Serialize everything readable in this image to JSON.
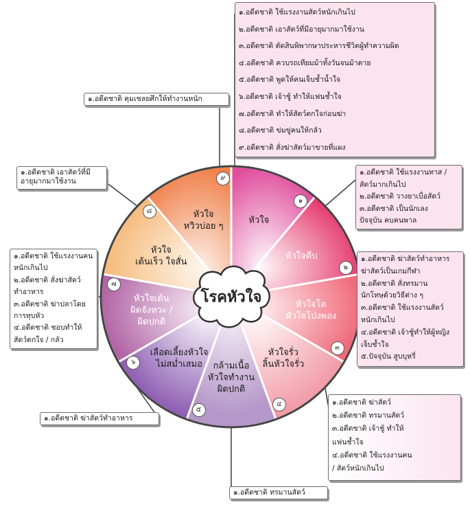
{
  "center_title": "โรคหัวใจ",
  "segments": [
    {
      "number": "๑",
      "label": [
        "หัวใจ"
      ]
    },
    {
      "number": "๒",
      "label": [
        "หัวใจตีบ"
      ]
    },
    {
      "number": "๓",
      "label": [
        "หัวใจโต",
        "หัวใจโป่งพอง"
      ]
    },
    {
      "number": "๔",
      "label": [
        "หัวใจรั่ว",
        "ลิ้นหัวใจรั่ว"
      ]
    },
    {
      "number": "๕",
      "label": [
        "กล้ามเนื้อ",
        "หัวใจทำงาน",
        "ผิดปกติ"
      ]
    },
    {
      "number": "๖",
      "label": [
        "เลือดเลี้ยงหัวใจ",
        "ไม่สม่ำเสมอ"
      ]
    },
    {
      "number": "๗",
      "label": [
        "หัวใจเต้น",
        "ผิดจังหวะ /",
        "ผิดปกติ"
      ]
    },
    {
      "number": "๘",
      "label": [
        "หัวใจ",
        "เต้นเร็ว ใจสั่น"
      ]
    },
    {
      "number": "๙",
      "label": [
        "หัวใจ",
        "หวิวบ่อย ๆ"
      ]
    }
  ],
  "box_top": [
    "๑.อดีตชาติ ใช้แรงงานสัตว์หนักเกินไป",
    "๒.อดีตชาติ เอาสัตว์ที่มีอายุมากมาใช้งาน",
    "๓.อดีตชาติ ตัดสินพิพากษาประหารชีวิตผู้ทำความผิด",
    "๔.อดีตชาติ ควบรถเทียมม้าทั้งวันจนม้าตาย",
    "๕.อดีตชาติ พูดให้คนเจ็บช้ำน้ำใจ",
    "๖.อดีตชาติ เจ้าชู้ ทำให้แฟนช้ำใจ",
    "๗.อดีตชาติ ทำให้สัตว์ตกใจก่อนฆ่า",
    "๘.อดีตชาติ ข่มขู่คนให้กลัว",
    "๙.อดีตชาติ สั่งฆ่าสัตว์มาขายที่แผง"
  ],
  "box_top_left": [
    "๑.อดีตชาติ คุมเชลยศึกให้ทำงานหนัก"
  ],
  "box_left_upper": [
    "๑.อดีตชาติ เอาสัตว์ที่มี",
    "อายุมากมาใช้งาน"
  ],
  "box_left_middle": [
    "๑.อดีตชาติ ใช้แรงงานคน",
    "หนักเกินไป",
    "๒.อดีตชาติ สั่งฆ่าสัตว์",
    "ทำอาหาร",
    "๓.อดีตชาติ ฆ่าปลาโดย",
    "การทุบหัว",
    "๔.อดีตชาติ ชอบทำให้",
    "สัตว์ตกใจ / กลัว"
  ],
  "box_left_lower": [
    "๑.อดีตชาติ ฆ่าสัตว์ทำอาหาร"
  ],
  "box_right_upper": [
    "๑.อดีตชาติ ใช้แรงงานทาส /",
    "สัตว์มากเกินไป",
    "๒.อดีตชาติ วางยาเบื่อสัตว์",
    "๓.อดีตชาติ เป็นนักเลง",
    "ปัจจุบัน คบคนพาล"
  ],
  "box_right_middle": [
    "๑.อดีตชาติ ฆ่าสัตว์ทำอาหาร",
    "ฆ่าสัตว์เป็นเกมกีฬา",
    "๒.อดีตชาติ สั่งทรมาน",
    "นักโทษด้วยวิธีต่าง ๆ",
    "๓.อดีตชาติ ใช้แรงงานสัตว์",
    "หนักเกินไป",
    "๔.อดีตชาติ เจ้าชู้ทำให้ผู้หญิง",
    "เจ็บช้ำใจ",
    "๕.ปัจจุบัน สูบบุหรี่"
  ],
  "box_right_lower": [
    "๑.อดีตชาติ ฆ่าสัตว์",
    "๒.อดีตชาติ ทรมานสัตว์",
    "๓.อดีตชาติ เจ้าชู้ ทำให้",
    "แฟนช้ำใจ",
    "๔.อดีตชาติ ใช้แรงงานคน",
    "/ สัตว์หนักเกินไป"
  ],
  "box_bottom": [
    "๑.อดีตชาติ ทรมานสัตว์"
  ]
}
